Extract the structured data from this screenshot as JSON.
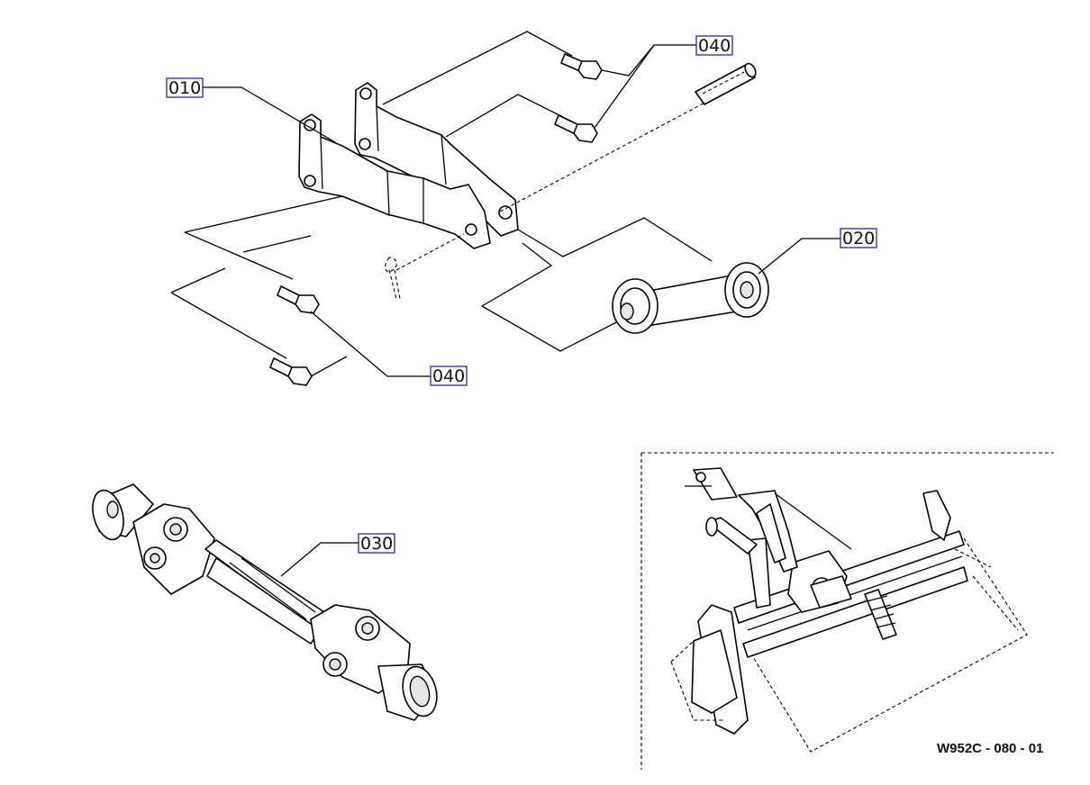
{
  "callouts": {
    "p010": "010",
    "p020": "020",
    "p030": "030",
    "p040_top": "040",
    "p040_bottom": "040"
  },
  "drawing_ref": "W952C - 080 - 01",
  "colors": {
    "line": "#000000",
    "callout_border": "#1a1a6e",
    "background": "#ffffff"
  }
}
